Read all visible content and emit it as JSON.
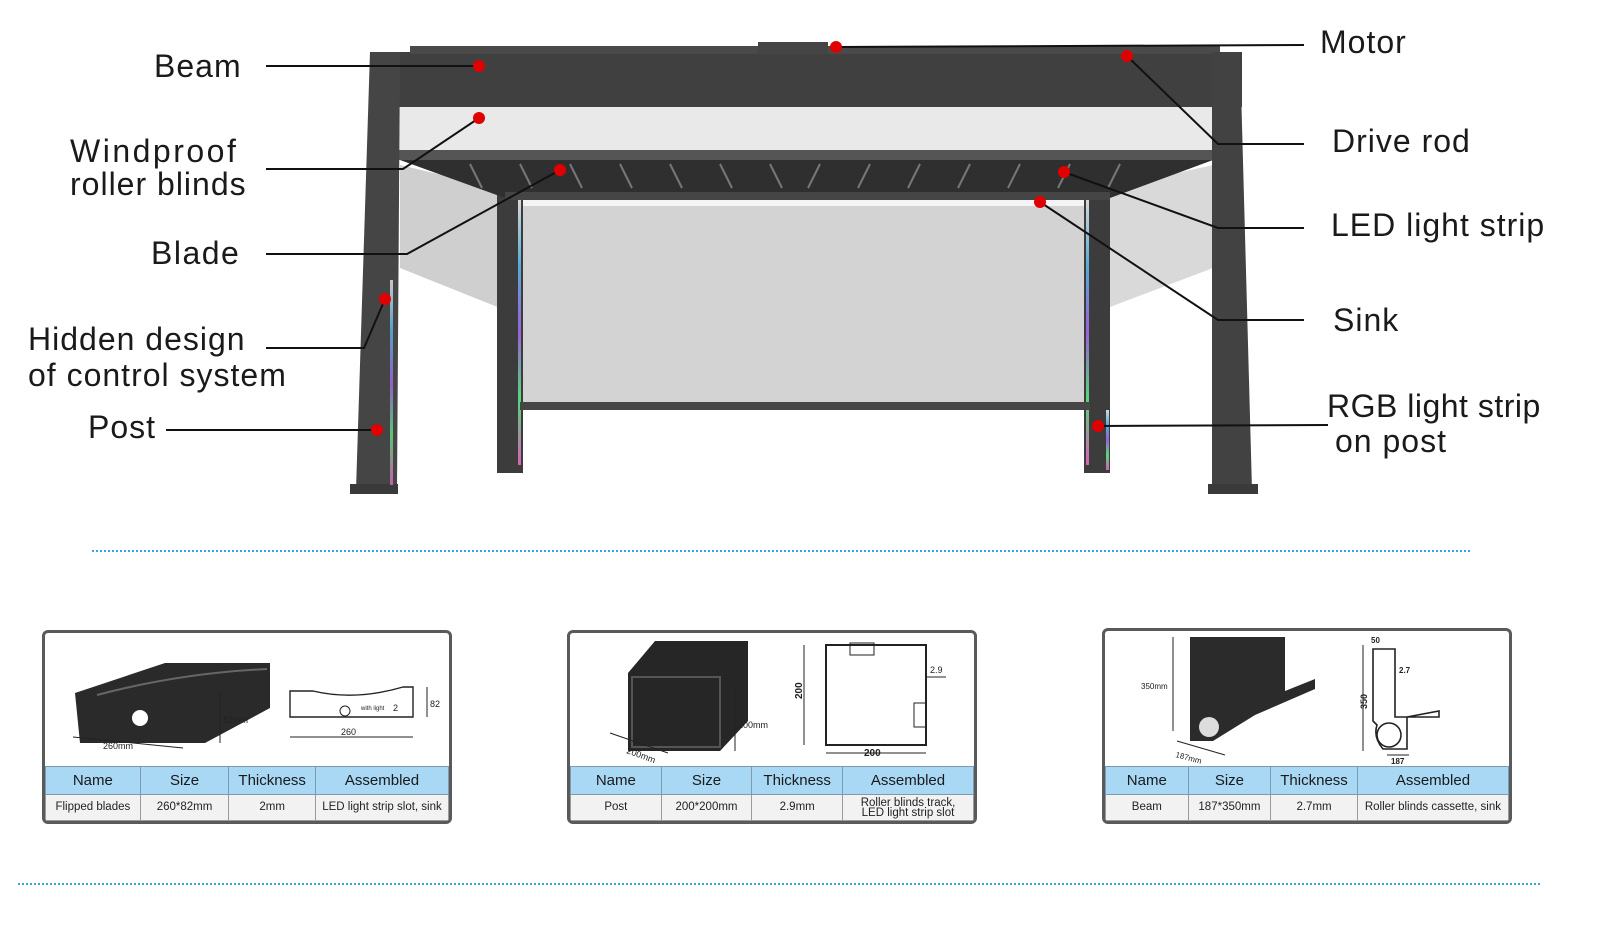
{
  "callouts": {
    "left": [
      "Beam",
      "Windproof",
      "roller blinds",
      "Blade",
      "Hidden design",
      "of control system",
      "Post"
    ],
    "right": [
      "Motor",
      "Drive rod",
      "LED light strip",
      "Sink",
      "RGB light strip",
      "on post"
    ]
  },
  "colors": {
    "frame": "#404040",
    "dot": "#e10000",
    "separator": "#3aa6dc",
    "header": "#a8d8f4"
  },
  "cards": [
    {
      "dims": [
        "82mm",
        "260mm",
        "with light",
        "2",
        "82",
        "260"
      ],
      "headers": [
        "Name",
        "Size",
        "Thickness",
        "Assembled"
      ],
      "row": [
        "Flipped blades",
        "260*82mm",
        "2mm",
        "LED light strip slot, sink"
      ]
    },
    {
      "dims": [
        "200mm",
        "200mm",
        "2.9",
        "200",
        "200"
      ],
      "headers": [
        "Name",
        "Size",
        "Thickness",
        "Assembled"
      ],
      "row": [
        "Post",
        "200*200mm",
        "2.9mm",
        "Roller blinds track,",
        "LED light strip slot"
      ]
    },
    {
      "dims": [
        "350mm",
        "187mm",
        "50",
        "2.7",
        "350",
        "187"
      ],
      "headers": [
        "Name",
        "Size",
        "Thickness",
        "Assembled"
      ],
      "row": [
        "Beam",
        "187*350mm",
        "2.7mm",
        "Roller blinds cassette, sink"
      ]
    }
  ]
}
